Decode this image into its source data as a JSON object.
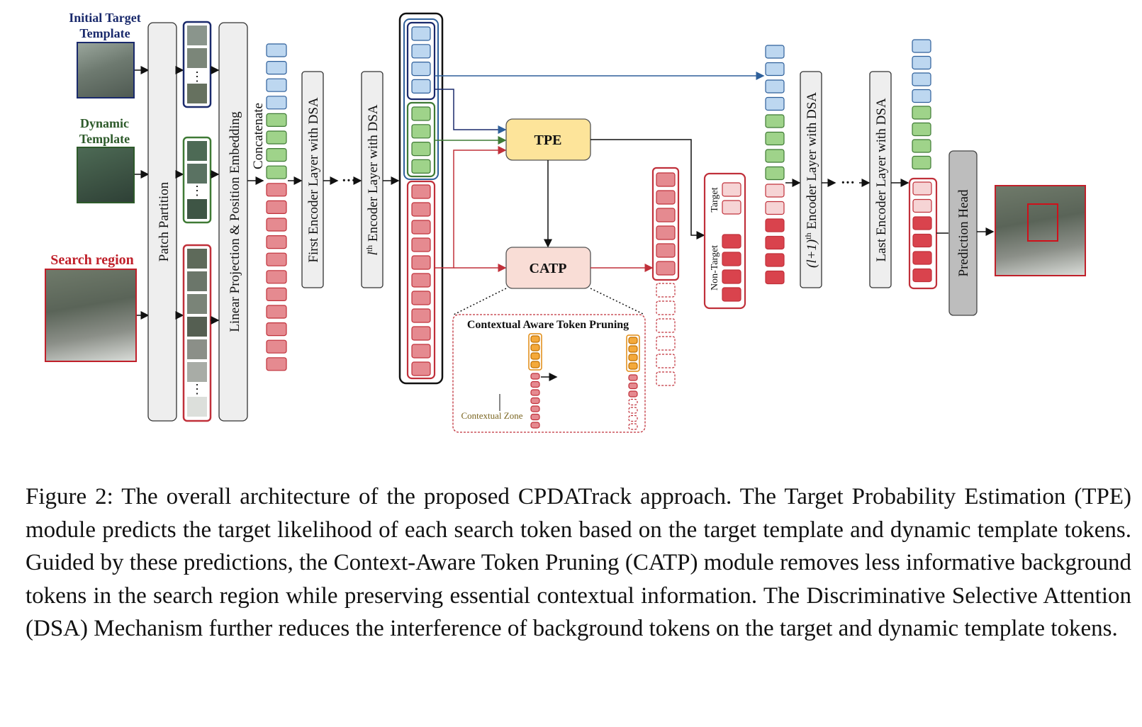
{
  "labels": {
    "initial_target_template": "Initial Target Template",
    "dynamic_template": "Dynamic Template",
    "search_region": "Search region",
    "patch_partition": "Patch Partition",
    "linear_projection": "Linear Projection & Position Embedding",
    "concatenate": "Concatenate",
    "first_encoder": "First Encoder Layer with DSA",
    "lth_encoder_l": "l",
    "lth_encoder_sup": "th",
    "lth_encoder_rest": " Encoder Layer with DSA",
    "l1th_encoder_l": "(l+1)",
    "l1th_encoder_sup": "th",
    "l1th_encoder_rest": " Encoder Layer with DSA",
    "last_encoder": "Last Encoder Layer with DSA",
    "prediction_head": "Prediction Head",
    "tpe": "TPE",
    "catp": "CATP",
    "target": "Target",
    "non_target": "Non-Target",
    "catp_inset_title": "Contextual Aware Token Pruning",
    "contextual_zone": "Contextual Zone",
    "ellipsis": "···",
    "vdots": "⋮"
  },
  "colors": {
    "blue_token": "#bdd7f0",
    "blue_border": "#2e5f9a",
    "green_token": "#9fd38a",
    "green_border": "#3f7a35",
    "red_token": "#e58a90",
    "red_border": "#c0303a",
    "dark_red_token": "#d9434d",
    "light_red_token": "#f6d4d5",
    "tpe_fill": "#fde49a",
    "catp_fill": "#f9ddd6",
    "head_fill": "#bdbdbd",
    "box_fill": "#eeeeee",
    "orange_token": "#f4a93b"
  },
  "caption": "Figure 2: The overall architecture of the proposed CPDATrack approach. The Target Probability Estimation (TPE) module predicts the target likelihood of each search token based on the target template and dynamic template tokens. Guided by these predictions, the Context-Aware Token Pruning (CATP) module removes less informative background tokens in the search region while preserving essential contextual information. The Discriminative Selective Attention (DSA) Mechanism further reduces the interference of background tokens on the target and dynamic template tokens."
}
